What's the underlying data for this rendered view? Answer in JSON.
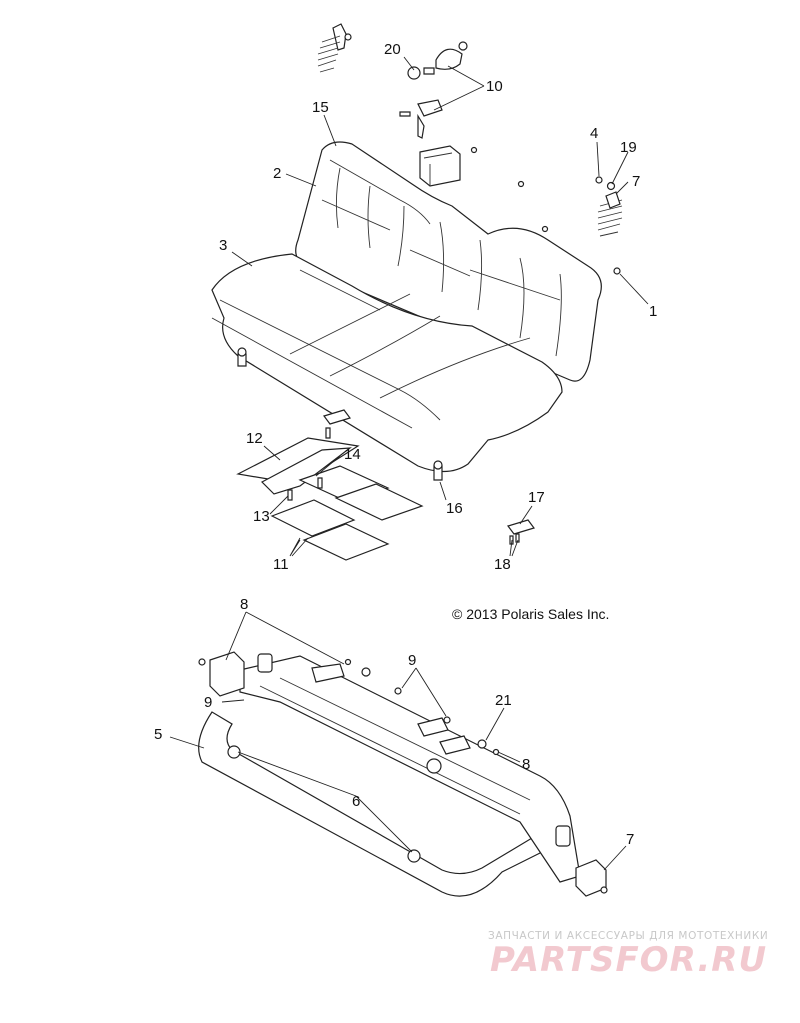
{
  "copyright": "© 2013 Polaris Sales Inc.",
  "watermark": {
    "tagline": "ЗАПЧАСТИ И АКСЕССУАРЫ ДЛЯ МОТОТЕХНИКИ",
    "brand": "PARTSFOR.RU"
  },
  "callouts": {
    "c20": "20",
    "c10": "10",
    "c15": "15",
    "c2": "2",
    "c3": "3",
    "c4": "4",
    "c19": "19",
    "c7a": "7",
    "c1": "1",
    "c12": "12",
    "c14": "14",
    "c13": "13",
    "c16": "16",
    "c11": "11",
    "c17": "17",
    "c18": "18",
    "c8a": "8",
    "c9a": "9",
    "c9b": "9",
    "c21": "21",
    "c8b": "8",
    "c5": "5",
    "c6": "6",
    "c7b": "7"
  },
  "colors": {
    "line": "#222222",
    "watermark_text": "#c8c8c8",
    "watermark_logo": "#f2c9cf"
  }
}
